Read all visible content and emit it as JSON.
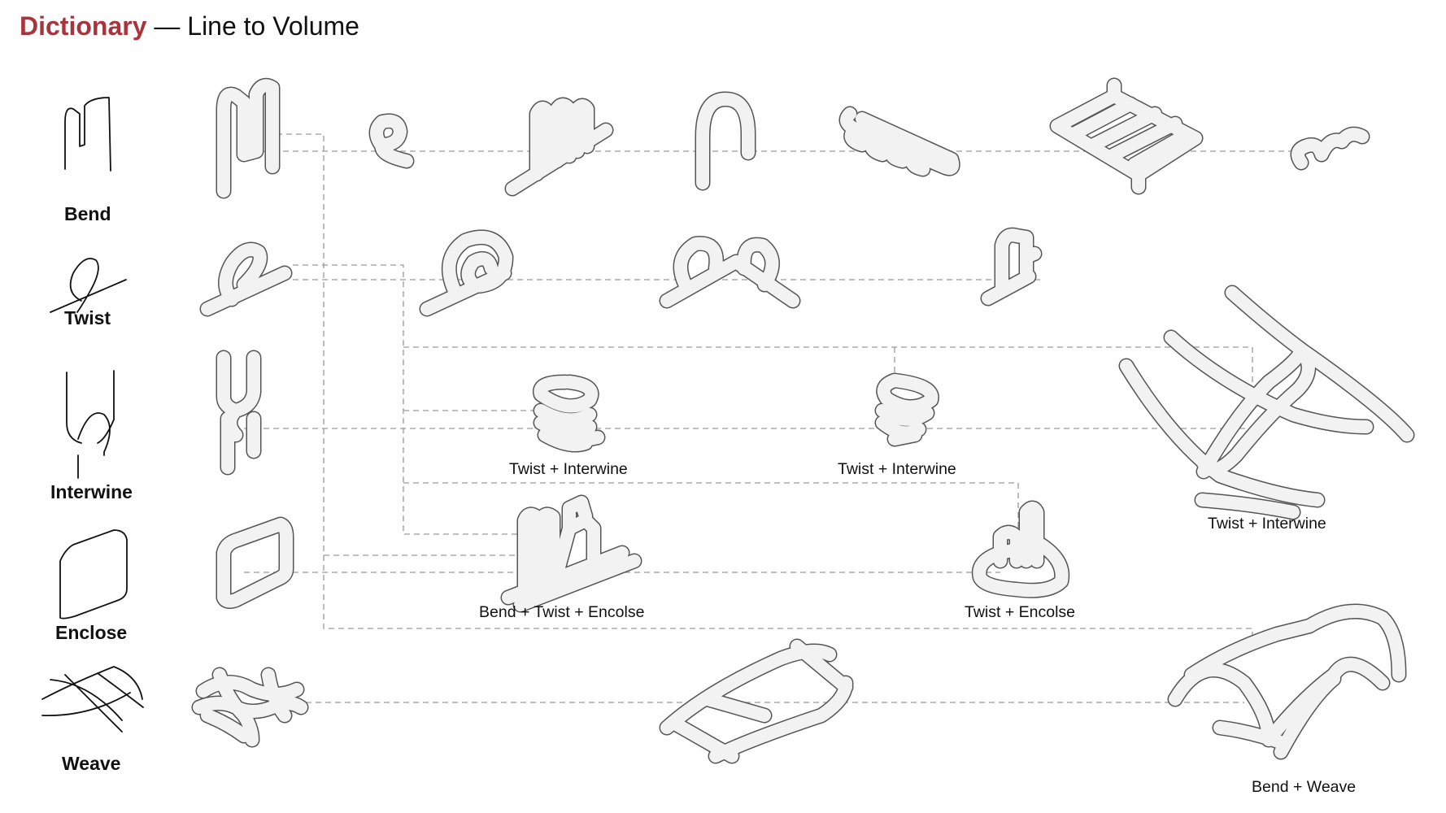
{
  "title": {
    "accent": "Dictionary",
    "rest": " — Line to Volume"
  },
  "rows": [
    {
      "label": "Bend"
    },
    {
      "label": "Twist"
    },
    {
      "label": "Interwine"
    },
    {
      "label": "Enclose"
    },
    {
      "label": "Weave"
    }
  ],
  "captions": {
    "twist_interwine_1": "Twist + Interwine",
    "twist_interwine_2": "Twist + Interwine",
    "twist_interwine_3": "Twist + Interwine",
    "bend_twist_enclose": "Bend + Twist + Encolse",
    "twist_enclose": "Twist + Encolse",
    "bend_weave": "Bend + Weave"
  },
  "colors": {
    "accent": "#a8343d",
    "tube_edge": "#555555",
    "tube_fill": "#f2f2f2",
    "guide": "#9a9a9a"
  }
}
